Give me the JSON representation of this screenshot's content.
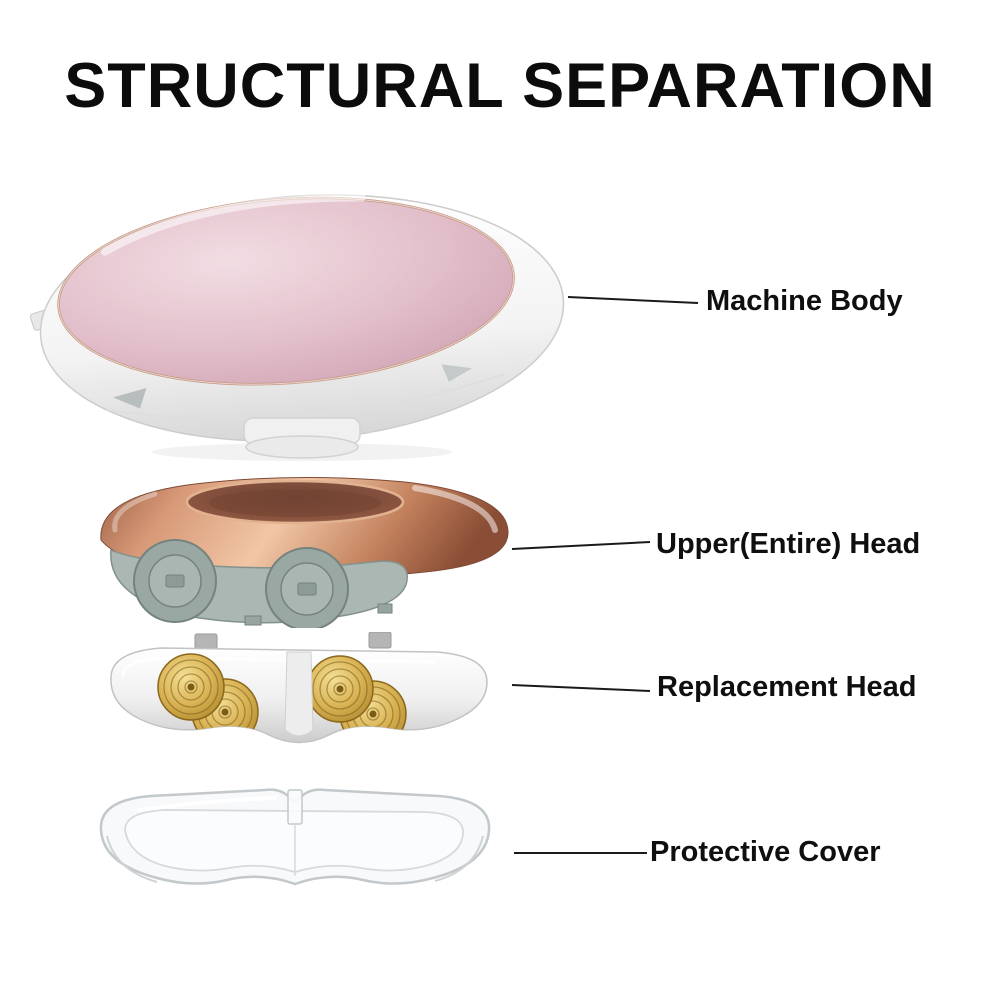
{
  "title": "STRUCTURAL SEPARATION",
  "parts": [
    {
      "id": "machine-body",
      "label": "Machine Body"
    },
    {
      "id": "upper-entire-head",
      "label": "Upper(Entire) Head"
    },
    {
      "id": "replacement-head",
      "label": "Replacement Head"
    },
    {
      "id": "protective-cover",
      "label": "Protective Cover"
    }
  ],
  "colors": {
    "background": "#ffffff",
    "title_text": "#0c0c0c",
    "label_text": "#0f0f0f",
    "leader_line": "#1a1a1a",
    "machine_body_shell": "#f3f3f3",
    "machine_body_panel_pink": "#e2bfca",
    "rose_gold_head": "#d89a78",
    "head_underside": "#aab7b2",
    "blade_gold": "#d9b254",
    "cover_transparent": "#eef2f4"
  }
}
